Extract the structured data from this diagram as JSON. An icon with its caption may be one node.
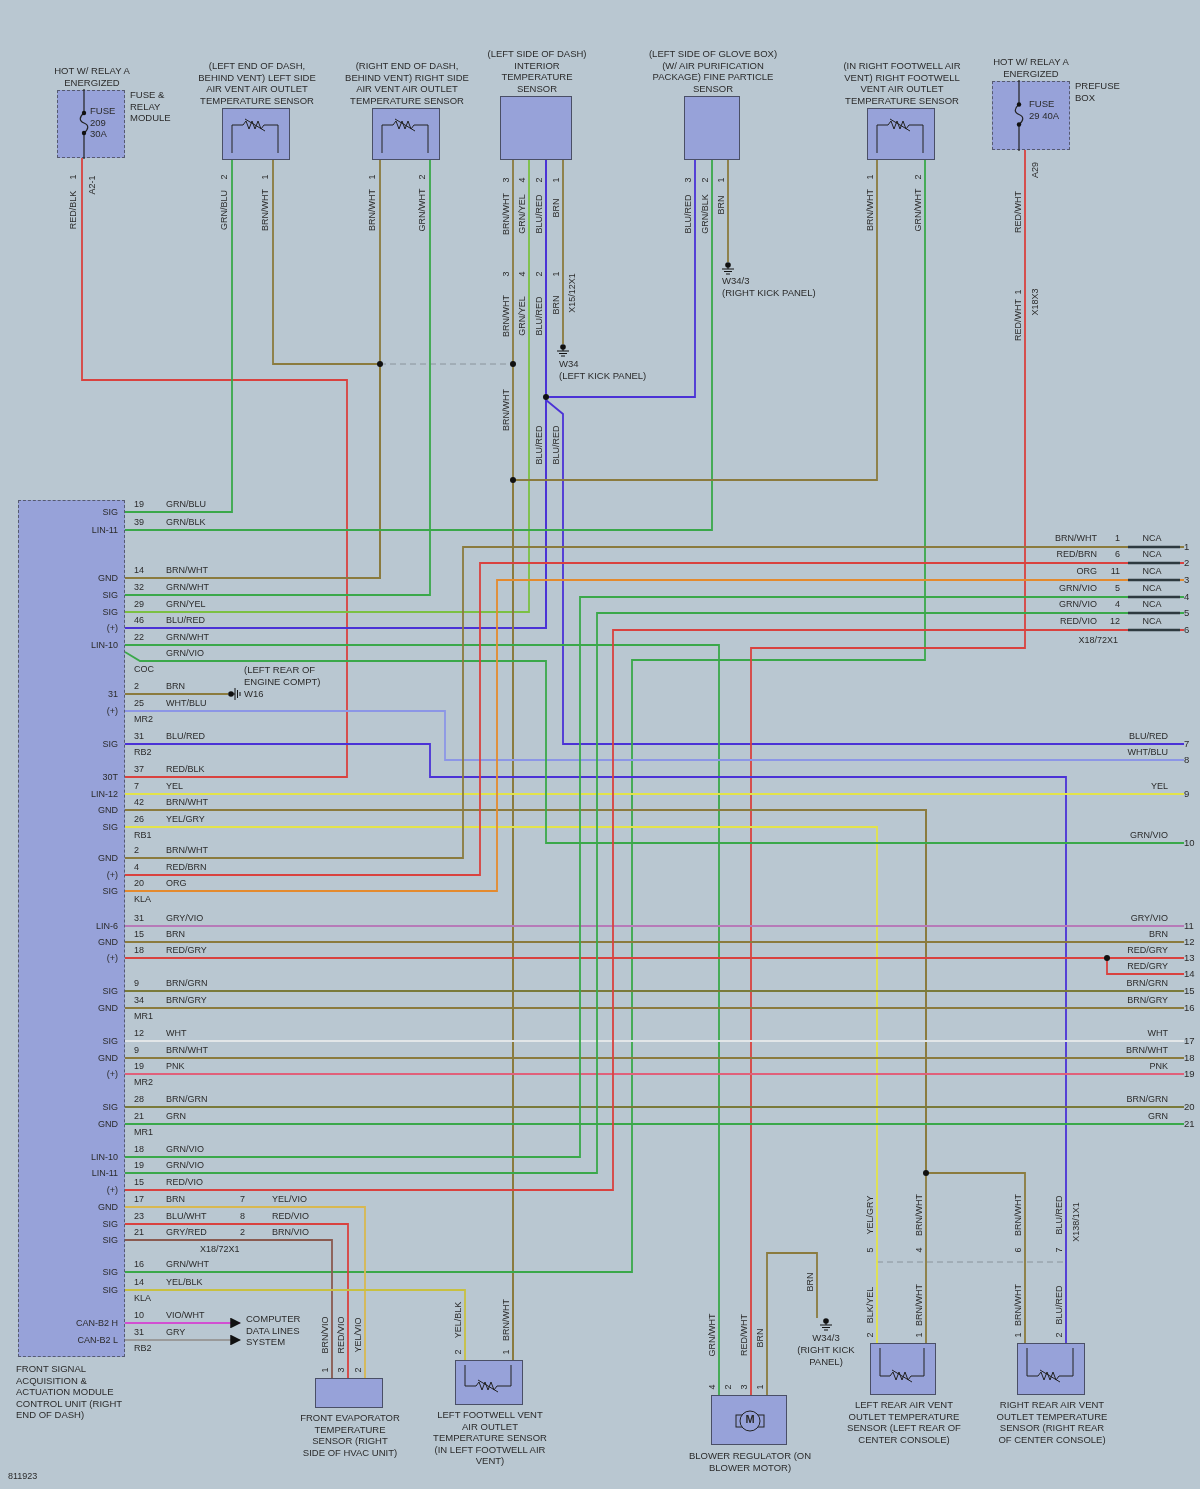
{
  "diagram": {
    "nodes": [
      {
        "text": [
          "HOT W/ RELAY A ENERGIZED",
          "FUSE & RELAY MODULE",
          "FUSE 209 30A"
        ]
      },
      {
        "text": [
          "(LEFT END OF DASH, BEHIND VENT) LEFT SIDE AIR VENT AIR OUTLET TEMPERATURE SENSOR"
        ]
      },
      {
        "text": [
          "(RIGHT END OF DASH, BEHIND VENT) RIGHT SIDE AIR VENT AIR OUTLET TEMPERATURE SENSOR"
        ]
      },
      {
        "text": [
          "(LEFT SIDE OF DASH) INTERIOR TEMPERATURE SENSOR"
        ]
      },
      {
        "text": [
          "(LEFT SIDE OF GLOVE BOX) (W/ AIR PURIFICATION PACKAGE) FINE PARTICLE SENSOR"
        ]
      },
      {
        "text": [
          "(IN RIGHT FOOTWELL AIR VENT) RIGHT FOOTWELL VENT AIR OUTLET TEMPERATURE SENSOR"
        ]
      },
      {
        "text": [
          "HOT W/ RELAY A ENERGIZED",
          "PREFUSE BOX",
          "FUSE 29 40A"
        ]
      },
      {
        "text": [
          "W34",
          "(LEFT KICK PANEL)"
        ]
      },
      {
        "text": [
          "W34/3",
          "(RIGHT KICK PANEL)"
        ]
      },
      {
        "text": [
          "FRONT SIGNAL ACQUISITION & ACTUATION MODULE CONTROL UNIT (RIGHT END OF DASH)"
        ]
      },
      {
        "text": [
          "(LEFT REAR OF ENGINE COMPT)",
          "W16"
        ]
      },
      {
        "text": [
          "COMPUTER DATA LINES SYSTEM"
        ]
      },
      {
        "text": [
          "FRONT EVAPORATOR TEMPERATURE SENSOR (RIGHT SIDE OF HVAC UNIT)"
        ]
      },
      {
        "text": [
          "LEFT FOOTWELL VENT AIR OUTLET TEMPERATURE SENSOR (IN LEFT FOOTWELL AIR VENT)"
        ]
      },
      {
        "text": [
          "M",
          "BLOWER REGULATOR (ON BLOWER MOTOR)"
        ]
      },
      {
        "text": [
          "W34/3",
          "(RIGHT KICK PANEL)"
        ]
      },
      {
        "text": [
          "LEFT REAR AIR VENT OUTLET TEMPERATURE SENSOR (LEFT REAR OF CENTER CONSOLE)"
        ]
      },
      {
        "text": [
          "RIGHT REAR AIR VENT OUTLET TEMPERATURE SENSOR (RIGHT REAR OF CENTER CONSOLE)"
        ]
      },
      {
        "text": [
          "1"
        ]
      },
      {
        "text": [
          "2"
        ]
      },
      {
        "text": [
          "3"
        ]
      },
      {
        "text": [
          "4"
        ]
      },
      {
        "text": [
          "5"
        ]
      },
      {
        "text": [
          "6"
        ]
      },
      {
        "text": [
          "7"
        ]
      },
      {
        "text": [
          "8"
        ]
      },
      {
        "text": [
          "9"
        ]
      },
      {
        "text": [
          "10"
        ]
      },
      {
        "text": [
          "11"
        ]
      },
      {
        "text": [
          "12"
        ]
      },
      {
        "text": [
          "13"
        ]
      },
      {
        "text": [
          "14"
        ]
      },
      {
        "text": [
          "15"
        ]
      },
      {
        "text": [
          "16"
        ]
      },
      {
        "text": [
          "17"
        ]
      },
      {
        "text": [
          "18"
        ]
      },
      {
        "text": [
          "19"
        ]
      },
      {
        "text": [
          "20"
        ]
      },
      {
        "text": [
          "21"
        ]
      }
    ],
    "edges": [
      {
        "from": 0,
        "to": 9,
        "arrow": "none",
        "color": "#d9423f"
      },
      {
        "from": 1,
        "to": 9,
        "arrow": "none",
        "color": "#3aa84a"
      },
      {
        "from": 1,
        "to": 9,
        "arrow": "none",
        "color": "#8b7b3e"
      },
      {
        "from": 2,
        "to": 9,
        "arrow": "none",
        "color": "#8b7b3e"
      },
      {
        "from": 2,
        "to": 9,
        "arrow": "none",
        "color": "#3aa84a"
      },
      {
        "from": 3,
        "to": 9,
        "arrow": "none",
        "color": "#7bc043"
      },
      {
        "from": 3,
        "to": 9,
        "arrow": "none",
        "color": "#4b32d6"
      },
      {
        "from": 3,
        "to": 24,
        "arrow": "none",
        "color": "#4b32d6"
      },
      {
        "from": 4,
        "to": 9,
        "arrow": "none",
        "color": "#4b32d6"
      },
      {
        "from": 4,
        "to": 9,
        "arrow": "none",
        "color": "#3aa84a"
      },
      {
        "from": 4,
        "to": 8,
        "arrow": "none",
        "color": "#8b7b3e"
      },
      {
        "from": 3,
        "to": 7,
        "arrow": "none",
        "color": "#8b7b3e"
      },
      {
        "from": 3,
        "to": 13,
        "arrow": "none",
        "color": "#8b7b3e"
      },
      {
        "from": 5,
        "to": 13,
        "arrow": "none",
        "color": "#8b7b3e"
      },
      {
        "from": 5,
        "to": 9,
        "arrow": "none",
        "color": "#3aa84a"
      },
      {
        "from": 6,
        "to": 14,
        "arrow": "none",
        "color": "#d9423f"
      },
      {
        "from": 9,
        "to": 14,
        "arrow": "none",
        "color": "#3aa84a"
      },
      {
        "from": 9,
        "to": 10,
        "arrow": "none",
        "color": "#8b7b3e"
      },
      {
        "from": 9,
        "to": 25,
        "arrow": "none",
        "color": "#8c96e6"
      },
      {
        "from": 9,
        "to": 17,
        "arrow": "none",
        "color": "#4b32d6"
      },
      {
        "from": 9,
        "to": 26,
        "arrow": "none",
        "color": "#e3e34a"
      },
      {
        "from": 9,
        "to": 16,
        "arrow": "none",
        "color": "#8b7b3e"
      },
      {
        "from": 9,
        "to": 17,
        "arrow": "none",
        "color": "#8b7b3e"
      },
      {
        "from": 9,
        "to": 16,
        "arrow": "none",
        "color": "#e3e34a"
      },
      {
        "from": 9,
        "to": 27,
        "arrow": "none",
        "color": "#3aa84a"
      },
      {
        "from": 9,
        "to": 18,
        "arrow": "none",
        "color": "#8b7b3e"
      },
      {
        "from": 9,
        "to": 19,
        "arrow": "none",
        "color": "#d9423f"
      },
      {
        "from": 9,
        "to": 20,
        "arrow": "none",
        "color": "#e48a2e"
      },
      {
        "from": 9,
        "to": 28,
        "arrow": "none",
        "color": "#b77ab8"
      },
      {
        "from": 9,
        "to": 29,
        "arrow": "none",
        "color": "#8b7b3e"
      },
      {
        "from": 9,
        "to": 30,
        "arrow": "none",
        "color": "#d9423f"
      },
      {
        "from": 9,
        "to": 31,
        "arrow": "none",
        "color": "#d9423f"
      },
      {
        "from": 9,
        "to": 32,
        "arrow": "none",
        "color": "#7a7a3a"
      },
      {
        "from": 9,
        "to": 33,
        "arrow": "none",
        "color": "#8b7b3e"
      },
      {
        "from": 9,
        "to": 34,
        "arrow": "none",
        "color": "#e2e6e8"
      },
      {
        "from": 9,
        "to": 35,
        "arrow": "none",
        "color": "#8b7b3e"
      },
      {
        "from": 9,
        "to": 36,
        "arrow": "none",
        "color": "#e0607a"
      },
      {
        "from": 9,
        "to": 37,
        "arrow": "none",
        "color": "#7a7a3a"
      },
      {
        "from": 9,
        "to": 38,
        "arrow": "none",
        "color": "#3aa84a"
      },
      {
        "from": 9,
        "to": 21,
        "arrow": "none",
        "color": "#3aa84a"
      },
      {
        "from": 9,
        "to": 22,
        "arrow": "none",
        "color": "#3aa84a"
      },
      {
        "from": 9,
        "to": 23,
        "arrow": "none",
        "color": "#d9423f"
      },
      {
        "from": 9,
        "to": 12,
        "arrow": "none",
        "color": "#d8b850"
      },
      {
        "from": 9,
        "to": 12,
        "arrow": "none",
        "color": "#d9423f"
      },
      {
        "from": 9,
        "to": 12,
        "arrow": "none",
        "color": "#8a5a50"
      },
      {
        "from": 9,
        "to": 13,
        "arrow": "none",
        "color": "#c8c040"
      },
      {
        "from": 9,
        "to": 11,
        "arrow": "to",
        "color": "#d24fd2"
      },
      {
        "from": 9,
        "to": 11,
        "arrow": "to",
        "color": "#9a9a9a"
      },
      {
        "from": 14,
        "to": 15,
        "arrow": "none",
        "color": "#8b7b3e"
      }
    ],
    "labels": [
      "1",
      "RED/BLK",
      "A2-1",
      "2",
      "GRN/BLU",
      "1",
      "BRN/WHT",
      "1",
      "BRN/WHT",
      "2",
      "GRN/WHT",
      "3",
      "BRN/WHT",
      "4",
      "GRN/YEL",
      "2",
      "BLU/RED",
      "1",
      "BRN",
      "3",
      "BRN/WHT",
      "4",
      "GRN/YEL",
      "2",
      "BLU/RED",
      "1",
      "BRN",
      "X15/12X1",
      "BRN/WHT",
      "BLU/RED",
      "BLU/RED",
      "3",
      "BLU/RED",
      "2",
      "GRN/BLK",
      "1",
      "BRN",
      "1",
      "BRN/WHT",
      "2",
      "GRN/WHT",
      "A29",
      "RED/WHT",
      "1",
      "RED/WHT",
      "X18X3",
      "SIG",
      "19",
      "GRN/BLU",
      "LIN-11",
      "39",
      "GRN/BLK",
      "GND",
      "14",
      "BRN/WHT",
      "SIG",
      "32",
      "GRN/WHT",
      "SIG",
      "29",
      "GRN/YEL",
      "(+)",
      "46",
      "BLU/RED",
      "LIN-10",
      "22",
      "GRN/WHT",
      "GRN/VIO",
      "COC",
      "31",
      "2",
      "BRN",
      "(+)",
      "25",
      "WHT/BLU",
      "MR2",
      "SIG",
      "31",
      "BLU/RED",
      "RB2",
      "30T",
      "37",
      "RED/BLK",
      "LIN-12",
      "7",
      "YEL",
      "GND",
      "42",
      "BRN/WHT",
      "SIG",
      "26",
      "YEL/GRY",
      "RB1",
      "GND",
      "2",
      "BRN/WHT",
      "(+)",
      "4",
      "RED/BRN",
      "SIG",
      "20",
      "ORG",
      "KLA",
      "LIN-6",
      "31",
      "GRY/VIO",
      "GND",
      "15",
      "BRN",
      "(+)",
      "18",
      "RED/GRY",
      "SIG",
      "9",
      "BRN/GRN",
      "GND",
      "34",
      "BRN/GRY",
      "MR1",
      "SIG",
      "12",
      "WHT",
      "GND",
      "9",
      "BRN/WHT",
      "(+)",
      "19",
      "PNK",
      "MR2",
      "SIG",
      "28",
      "BRN/GRN",
      "GND",
      "21",
      "GRN",
      "MR1",
      "LIN-10",
      "18",
      "GRN/VIO",
      "LIN-11",
      "19",
      "GRN/VIO",
      "(+)",
      "15",
      "RED/VIO",
      "GND",
      "17",
      "BRN",
      "SIG",
      "23",
      "BLU/WHT",
      "SIG",
      "21",
      "GRY/RED",
      "SIG",
      "16",
      "GRN/WHT",
      "SIG",
      "14",
      "YEL/BLK",
      "KLA",
      "CAN-B2 H",
      "10",
      "VIO/WHT",
      "CAN-B2 L",
      "31",
      "GRY",
      "RB2",
      "7",
      "YEL/VIO",
      "8",
      "RED/VIO",
      "2",
      "BRN/VIO",
      "X18/72X1",
      "BRN/WHT",
      "1",
      "NCA",
      "RED/BRN",
      "6",
      "NCA",
      "ORG",
      "11",
      "NCA",
      "GRN/VIO",
      "5",
      "NCA",
      "GRN/VIO",
      "4",
      "NCA",
      "RED/VIO",
      "12",
      "NCA",
      "X18/72X1",
      "BLU/RED",
      "WHT/BLU",
      "YEL",
      "GRN/VIO",
      "GRY/VIO",
      "BRN",
      "RED/GRY",
      "RED/GRY",
      "BRN/GRN",
      "BRN/GRY",
      "WHT",
      "BRN/WHT",
      "PNK",
      "BRN/GRN",
      "GRN",
      "BRN/VIO",
      "RED/VIO",
      "YEL/VIO",
      "1",
      "3",
      "2",
      "YEL/BLK",
      "2",
      "BRN/WHT",
      "1",
      "GRN/WHT",
      "RED/WHT",
      "BRN",
      "4",
      "2",
      "3",
      "1",
      "BRN",
      "YEL/GRY",
      "5",
      "BRN/WHT",
      "4",
      "BLK/YEL",
      "2",
      "BRN/WHT",
      "1",
      "BRN/WHT",
      "6",
      "BLU/RED",
      "7",
      "X138/1X1",
      "BRN/WHT",
      "1",
      "BLU/RED",
      "2",
      "811923"
    ]
  }
}
